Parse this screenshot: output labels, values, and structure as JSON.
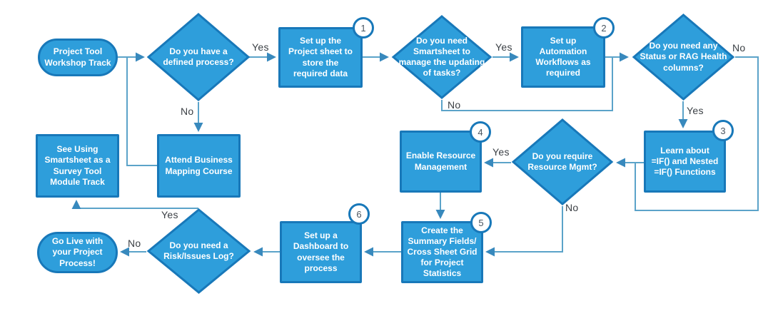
{
  "colors": {
    "node_fill": "#2E9EDB",
    "node_border": "#1878B9",
    "connector": "#5BA3C9",
    "arrowhead": "#3889BD",
    "node_text": "#FFFFFF",
    "edge_label_text": "#3A3F44",
    "badge_background": "#FFFFFF",
    "badge_border": "#1878B9",
    "badge_text": "#4A5560",
    "background": "#FFFFFF"
  },
  "nodes": {
    "start": {
      "label": "Project Tool\nWorkshop Track"
    },
    "d1": {
      "label": "Do you have a\ndefined process?"
    },
    "r1": {
      "label": "Set up the\nProject sheet to\nstore the\nrequired data"
    },
    "d2": {
      "label": "Do you need\nSmartsheet to\nmanage the updating\nof tasks?"
    },
    "r2": {
      "label": "Set up\nAutomation\nWorkflows as\nrequired"
    },
    "d3": {
      "label": "Do you need any\nStatus or RAG Health\ncolumns?"
    },
    "r3": {
      "label": "Learn about\n=IF() and Nested\n=IF() Functions"
    },
    "d4": {
      "label": "Do you require\nResource Mgmt?"
    },
    "r4": {
      "label": "Enable Resource\nManagement"
    },
    "see_using": {
      "label": "See Using\nSmartsheet as a\nSurvey Tool\nModule Track"
    },
    "attend": {
      "label": "Attend Business\nMapping Course"
    },
    "r5": {
      "label": "Create the\nSummary Fields/\nCross Sheet Grid\nfor Project\nStatistics"
    },
    "r6": {
      "label": "Set up a\nDashboard to\noversee the\nprocess"
    },
    "d5": {
      "label": "Do you need a\nRisk/Issues Log?"
    },
    "go_live": {
      "label": "Go Live with\nyour Project\nProcess!"
    }
  },
  "edge_labels": {
    "d1_yes": "Yes",
    "d1_no": "No",
    "d2_yes": "Yes",
    "d2_no": "No",
    "d3_yes": "Yes",
    "d3_no": "No",
    "d4_yes": "Yes",
    "d4_no": "No",
    "d5_yes": "Yes",
    "d5_no": "No"
  },
  "badges": {
    "b1": "1",
    "b2": "2",
    "b3": "3",
    "b4": "4",
    "b5": "5",
    "b6": "6"
  }
}
